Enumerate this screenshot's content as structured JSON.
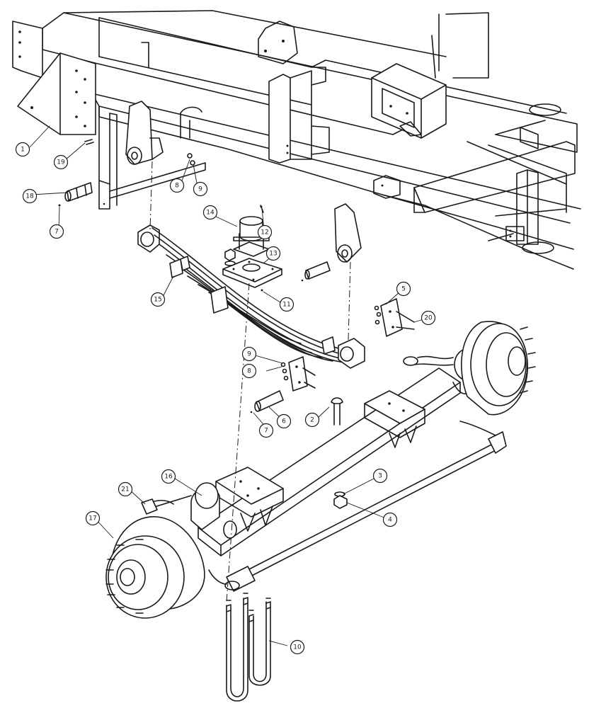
{
  "callouts": [
    {
      "id": "c1",
      "label": "1"
    },
    {
      "id": "c2",
      "label": "2"
    },
    {
      "id": "c3",
      "label": "3"
    },
    {
      "id": "c4",
      "label": "4"
    },
    {
      "id": "c5",
      "label": "5"
    },
    {
      "id": "c6",
      "label": "6"
    },
    {
      "id": "c7a",
      "label": "7"
    },
    {
      "id": "c7b",
      "label": "7"
    },
    {
      "id": "c8a",
      "label": "8"
    },
    {
      "id": "c8b",
      "label": "8"
    },
    {
      "id": "c9a",
      "label": "9"
    },
    {
      "id": "c9b",
      "label": "9"
    },
    {
      "id": "c10",
      "label": "10"
    },
    {
      "id": "c11",
      "label": "11"
    },
    {
      "id": "c12",
      "label": "12"
    },
    {
      "id": "c13",
      "label": "13"
    },
    {
      "id": "c14",
      "label": "14"
    },
    {
      "id": "c15",
      "label": "15"
    },
    {
      "id": "c16",
      "label": "16"
    },
    {
      "id": "c17",
      "label": "17"
    },
    {
      "id": "c18",
      "label": "18"
    },
    {
      "id": "c19",
      "label": "19"
    },
    {
      "id": "c20",
      "label": "20"
    },
    {
      "id": "c21",
      "label": "21"
    }
  ]
}
